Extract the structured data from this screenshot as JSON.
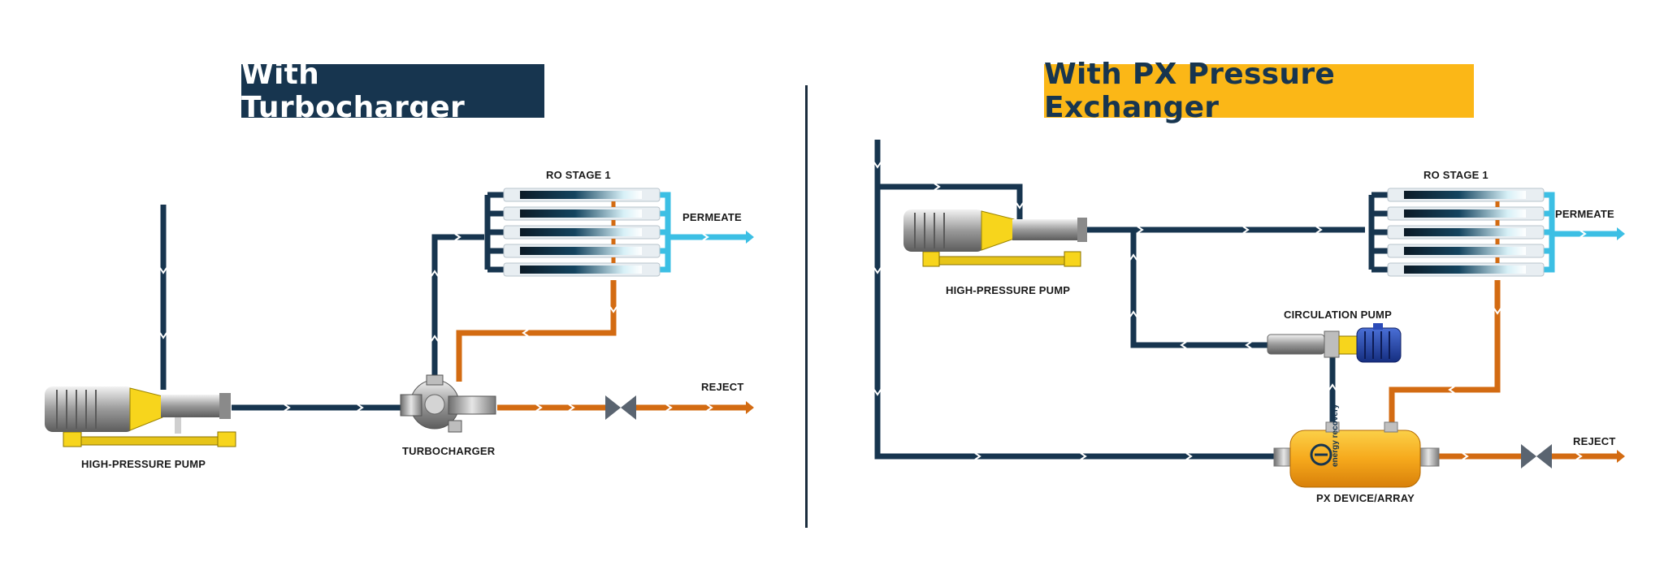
{
  "colors": {
    "feed": "#17354f",
    "reject": "#d36b12",
    "permeate": "#3cbfe4",
    "pump_yellow": "#f7d51c",
    "title_dark": "#17354f",
    "title_yellow": "#fbb717"
  },
  "left_panel": {
    "title": "With Turbocharger",
    "labels": {
      "ro_stage": "RO STAGE 1",
      "permeate": "PERMEATE",
      "reject": "REJECT",
      "pump": "HIGH-PRESSURE PUMP",
      "turbocharger": "TURBOCHARGER"
    }
  },
  "right_panel": {
    "title": "With PX Pressure Exchanger",
    "labels": {
      "ro_stage": "RO STAGE 1",
      "permeate": "PERMEATE",
      "reject": "REJECT",
      "pump": "HIGH-PRESSURE PUMP",
      "circulation_pump": "CIRCULATION PUMP",
      "px_device": "PX DEVICE/ARRAY"
    },
    "px_logo_text": "energy recovery"
  }
}
